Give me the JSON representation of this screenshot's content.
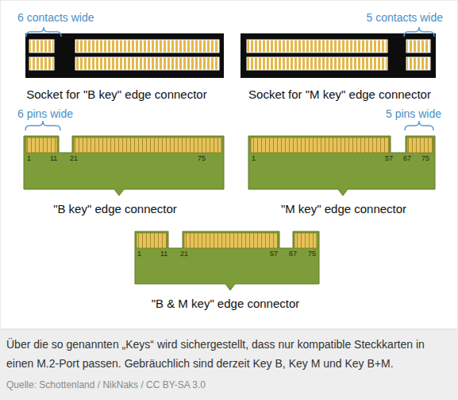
{
  "diagram": {
    "caption": "Über die so genannten „Keys“ wird sichergestellt, dass nur kompatible Steckkarten in einen M.2-Port passen. Gebräuchlich sind derzeit Key B, Key M und Key B+M.",
    "labels": [
      "6 contacts wide",
      "5 contacts wide",
      "Socket for \"B key\" edge connector",
      "Socket for \"M key\" edge connector",
      "6 pins wide",
      "5 pins wide",
      "1",
      "11",
      "21",
      "75",
      "1",
      "57",
      "67",
      "75",
      "\"B key\" edge connector",
      "\"M key\" edge connector",
      "1",
      "11",
      "21",
      "57",
      "67",
      "75",
      "\"B & M key\" edge connector",
      "Quelle: Schottenland / NikNaks / CC BY-SA 3.0"
    ]
  }
}
